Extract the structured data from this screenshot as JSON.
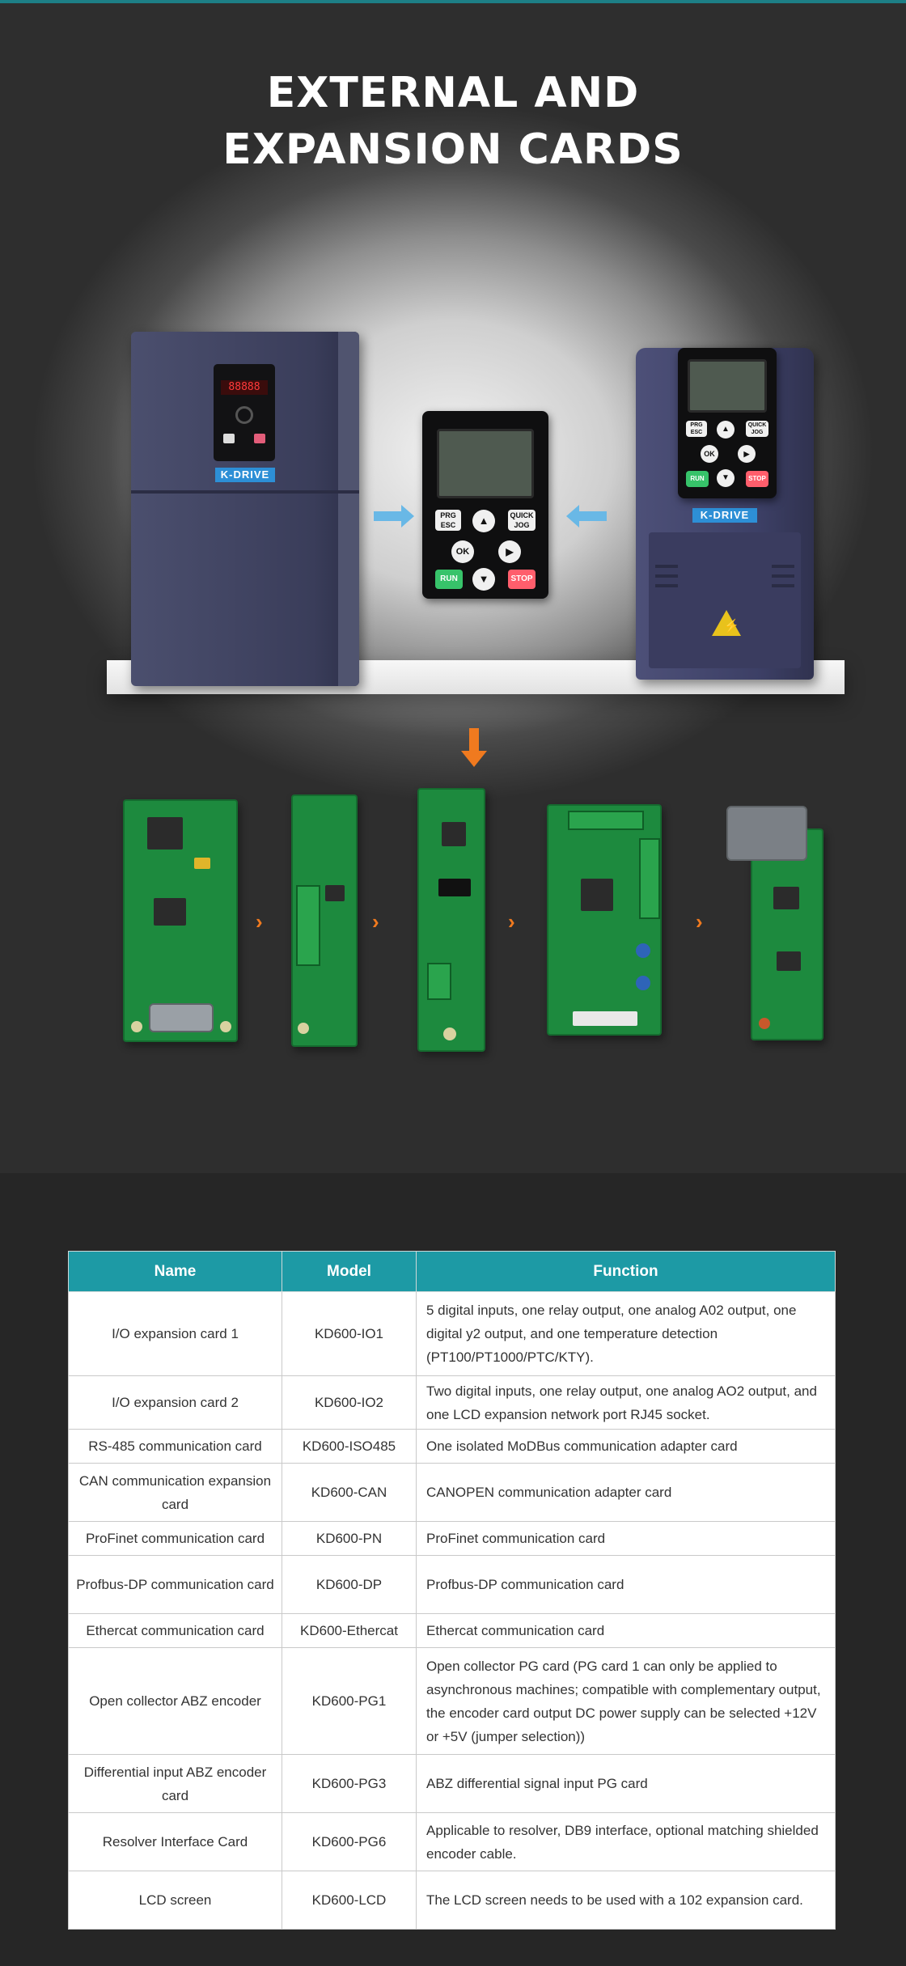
{
  "hero": {
    "title_line1": "EXTERNAL AND",
    "title_line2": "EXPANSION CARDS",
    "brand_label": "K-DRIVE",
    "led_readout": "88888",
    "keypad_keys": {
      "prg": "PRG ESC",
      "up": "▲",
      "quick": "QUICK JOG",
      "ok": "OK",
      "right": "▶",
      "run": "RUN",
      "down": "▼",
      "stop": "STOP"
    },
    "warning_symbol": "⚡"
  },
  "colors": {
    "teal_header": "#1d9aa5",
    "arrow_blue": "#69b8e6",
    "arrow_orange": "#f07a1f",
    "brand_blue": "#2d8fd6",
    "pcb_green": "#1d8a3e"
  },
  "table": {
    "headers": {
      "name": "Name",
      "model": "Model",
      "function": "Function"
    },
    "rows": [
      {
        "name": "I/O expansion card 1",
        "model": "KD600-IO1",
        "function": "5 digital inputs, one relay output, one analog A02 output, one digital y2 output, and one temperature detection (PT100/PT1000/PTC/KTY)."
      },
      {
        "name": "I/O expansion card 2",
        "model": "KD600-IO2",
        "function": "Two digital inputs, one relay output, one analog AO2 output, and one LCD expansion network port RJ45 socket."
      },
      {
        "name": "RS-485 communication card",
        "model": "KD600-ISO485",
        "function": "One isolated MoDBus communication adapter card"
      },
      {
        "name": "CAN communication expansion card",
        "model": "KD600-CAN",
        "function": "CANOPEN communication adapter card"
      },
      {
        "name": "ProFinet communication card",
        "model": "KD600-PN",
        "function": "ProFinet communication card"
      },
      {
        "name": "Profbus-DP communication card",
        "model": "KD600-DP",
        "function": "Profbus-DP communication card"
      },
      {
        "name": "Ethercat communication card",
        "model": "KD600-Ethercat",
        "function": "Ethercat communication card"
      },
      {
        "name": "Open collector ABZ encoder",
        "model": "KD600-PG1",
        "function": "Open collector PG card (PG card 1 can only be applied to asynchronous machines; compatible with complementary output, the encoder card output DC power supply can be selected +12V or +5V (jumper selection))"
      },
      {
        "name": "Differential input ABZ encoder card",
        "model": "KD600-PG3",
        "function": "ABZ differential signal input PG card"
      },
      {
        "name": "Resolver Interface Card",
        "model": "KD600-PG6",
        "function": "Applicable to resolver, DB9 interface, optional matching shielded encoder cable."
      },
      {
        "name": "LCD screen",
        "model": "KD600-LCD",
        "function": "The LCD screen needs to be used with a 102 expansion card."
      }
    ]
  }
}
